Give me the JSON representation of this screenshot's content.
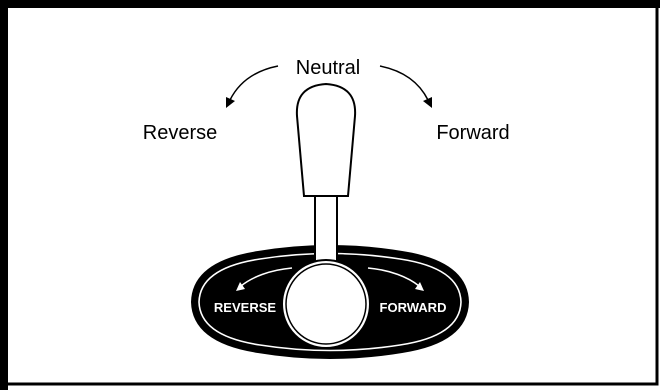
{
  "diagram": {
    "labels": {
      "neutral": "Neutral",
      "reverse": "Reverse",
      "forward": "Forward"
    },
    "plate": {
      "left_text": "REVERSE",
      "right_text": "FORWARD"
    },
    "colors": {
      "ink": "#000000",
      "paper": "#ffffff"
    }
  }
}
